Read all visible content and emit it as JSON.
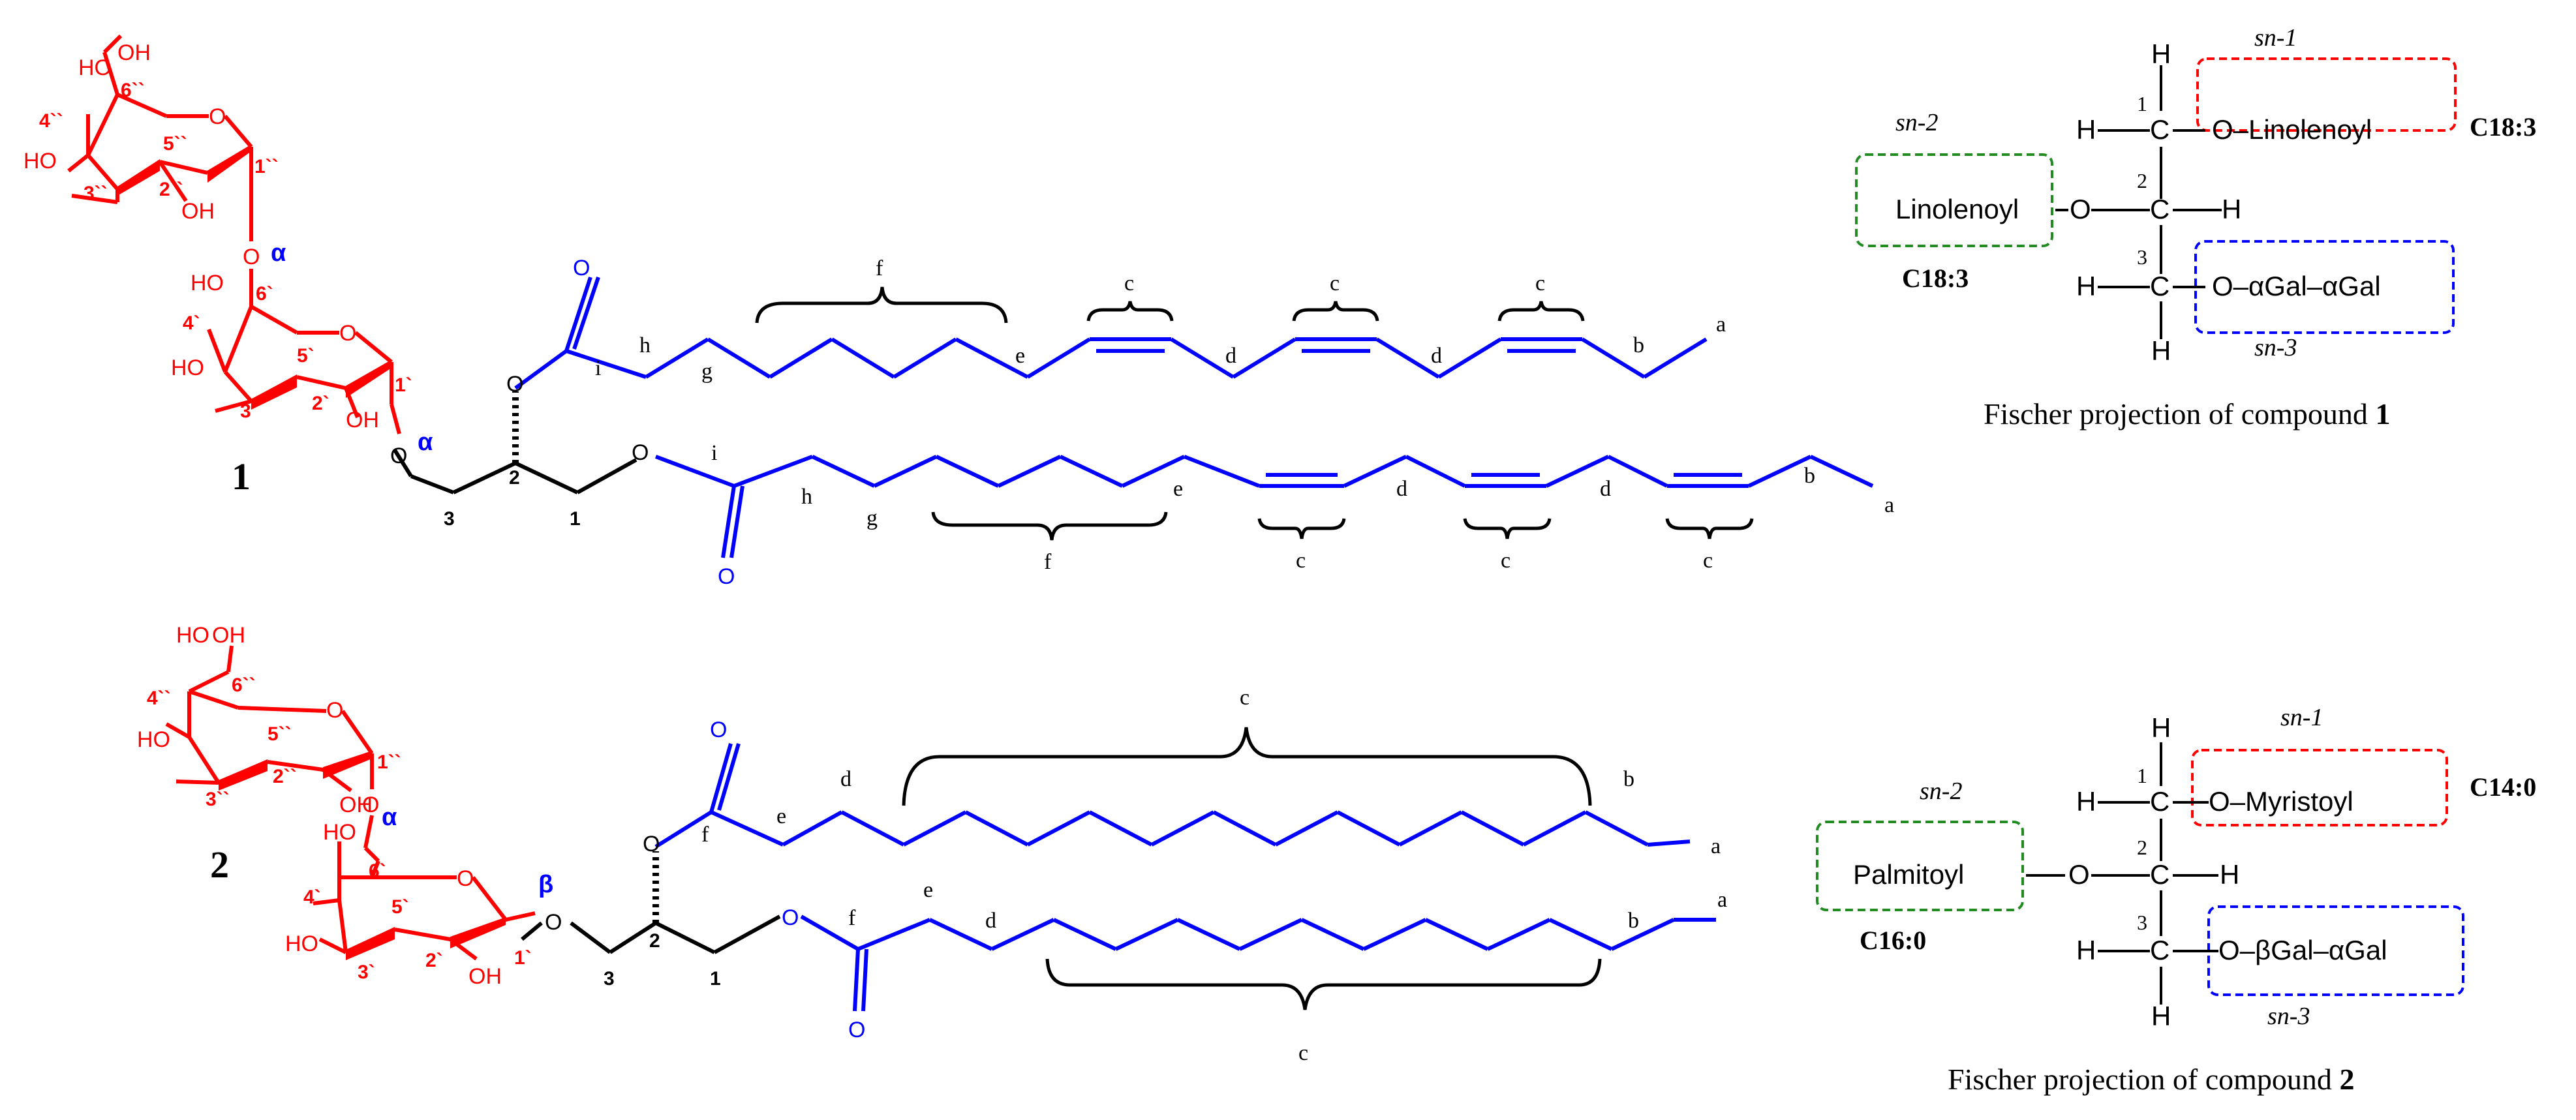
{
  "compounds": [
    {
      "number": "1",
      "sugar_labels": {
        "ho_6pp": "HO",
        "oh_6pp": "OH",
        "c6pp": "6``",
        "c4pp": "4``",
        "ho_4pp": "HO",
        "c5pp": "5``",
        "c3pp": "3``",
        "c2pp": "2``",
        "oh_2pp": "OH",
        "c1pp": "1``",
        "ho_4p": "HO",
        "c6p": "6`",
        "c4p": "4`",
        "ho_3p": "HO",
        "c5p": "5`",
        "c3p": "3`",
        "c2p": "2`",
        "oh_2p": "OH",
        "c1p": "1`",
        "link_inner": "α",
        "link_outer": "α"
      },
      "ring_o": "O",
      "glycerol": {
        "c1": "1",
        "c2": "2",
        "c3": "3"
      },
      "chain_top": {
        "carbonyl_o": "O",
        "ester_o": "O",
        "i": "i",
        "h": "h",
        "g": "g",
        "f": "f",
        "e": "e",
        "c1": "c",
        "d1": "d",
        "c2": "c",
        "d2": "d",
        "c3": "c",
        "b": "b",
        "a": "a"
      },
      "chain_bottom": {
        "carbonyl_o": "O",
        "ester_o": "O",
        "i": "i",
        "h": "h",
        "g": "g",
        "f": "f",
        "e": "e",
        "c1": "c",
        "d1": "d",
        "c2": "c",
        "d2": "d",
        "c3": "c",
        "b": "b",
        "a": "a"
      },
      "fischer": {
        "sn1": "sn-1",
        "sn2": "sn-2",
        "sn3": "sn-3",
        "sn1_group": "O–Linolenoyl",
        "sn2_group": "Linolenoyl",
        "sn3_group": "O–αGal–αGal",
        "sn1_tag": "C18:3",
        "sn2_tag": "C18:3",
        "c1": "1",
        "c2": "2",
        "c3": "3",
        "caption_prefix": "Fischer projection of compound ",
        "caption_num": "1"
      }
    },
    {
      "number": "2",
      "sugar_labels": {
        "ho_6pp": "HO",
        "oh_6pp": "OH",
        "c6pp": "6``",
        "c4pp": "4``",
        "ho_4pp": "HO",
        "c5pp": "5``",
        "c3pp": "3``",
        "c2pp": "2``",
        "oh_2pp": "OH",
        "c1pp": "1``",
        "ho_4p": "HO",
        "c6p": "6`",
        "c4p": "4`",
        "ho_3p": "HO",
        "c5p": "5`",
        "c3p": "3`",
        "c2p": "2`",
        "oh_2p": "OH",
        "c1p": "1`",
        "link_inner": "α",
        "link_outer": "β"
      },
      "ring_o": "O",
      "glycerol": {
        "c1": "1",
        "c2": "2",
        "c3": "3"
      },
      "chain_top": {
        "carbonyl_o": "O",
        "ester_o": "O",
        "f": "f",
        "e": "e",
        "d": "d",
        "c": "c",
        "b": "b",
        "a": "a"
      },
      "chain_bottom": {
        "carbonyl_o": "O",
        "ester_o": "O",
        "f": "f",
        "e": "e",
        "d": "d",
        "c": "c",
        "b": "b",
        "a": "a"
      },
      "fischer": {
        "sn1": "sn-1",
        "sn2": "sn-2",
        "sn3": "sn-3",
        "sn1_group": "O–Myristoyl",
        "sn2_group": "Palmitoyl",
        "sn3_group": "O–βGal–αGal",
        "sn1_tag": "C14:0",
        "sn2_tag": "C16:0",
        "c1": "1",
        "c2": "2",
        "c3": "3",
        "caption_prefix": "Fischer projection of compound ",
        "caption_num": "2"
      }
    }
  ],
  "atoms": {
    "H": "H",
    "C": "C",
    "O": "O"
  },
  "colors": {
    "sugar": "#ff0000",
    "acyl": "#0000ff",
    "backbone": "#000000",
    "sn1_box": "#ff0000",
    "sn2_box": "#228b22",
    "sn3_box": "#0000ff"
  }
}
